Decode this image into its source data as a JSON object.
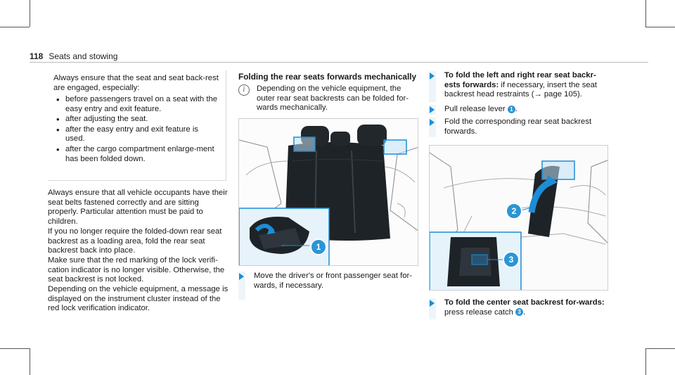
{
  "header": {
    "page_number": "118",
    "section": "Seats and stowing"
  },
  "notice": {
    "intro": "Always ensure that the seat and seat back-rest are engaged, especially:",
    "bullets": [
      "before passengers travel on a seat with the easy entry and exit feature.",
      "after adjusting the seat.",
      "after the easy entry and exit feature is used.",
      "after the cargo compartment enlarge-ment has been folded down."
    ]
  },
  "body": {
    "para1": "Always ensure that all vehicle occupants have their seat belts fastened correctly and are sitting properly. Particular attention must be paid to children.",
    "para2": "If you no longer require the folded-down rear seat backrest as a loading area, fold the rear seat backrest back into place.",
    "para3": "Make sure that the red marking of the lock verifi-cation indicator is no longer visible. Otherwise, the seat backrest is not locked.",
    "para4": "Depending on the vehicle equipment, a message is displayed on the instrument cluster instead of the red lock verification indicator."
  },
  "middle": {
    "heading": "Folding the rear seats forwards mechanically",
    "info": "Depending on the vehicle equipment, the outer rear seat backrests can be folded for-wards mechanically.",
    "step1": "Move the driver's or front passenger seat for-wards, if necessary.",
    "callout": "1"
  },
  "right": {
    "step1_bold": "To fold the left and right rear seat backr-ests forwards:",
    "step1_text": "if necessary, insert the seat backrest head restraints (→ page 105).",
    "step2_pre": "Pull release lever",
    "step2_num": "1",
    "step2_post": ".",
    "step3": "Fold the corresponding rear seat backrest forwards.",
    "step4_bold": "To fold the center seat backrest for-wards:",
    "step4_pre": "press release catch",
    "step4_num": "3",
    "step4_post": ".",
    "callout2": "2",
    "callout3": "3"
  },
  "colors": {
    "accent": "#1d8dd6",
    "inset": "#e6f3fb"
  }
}
